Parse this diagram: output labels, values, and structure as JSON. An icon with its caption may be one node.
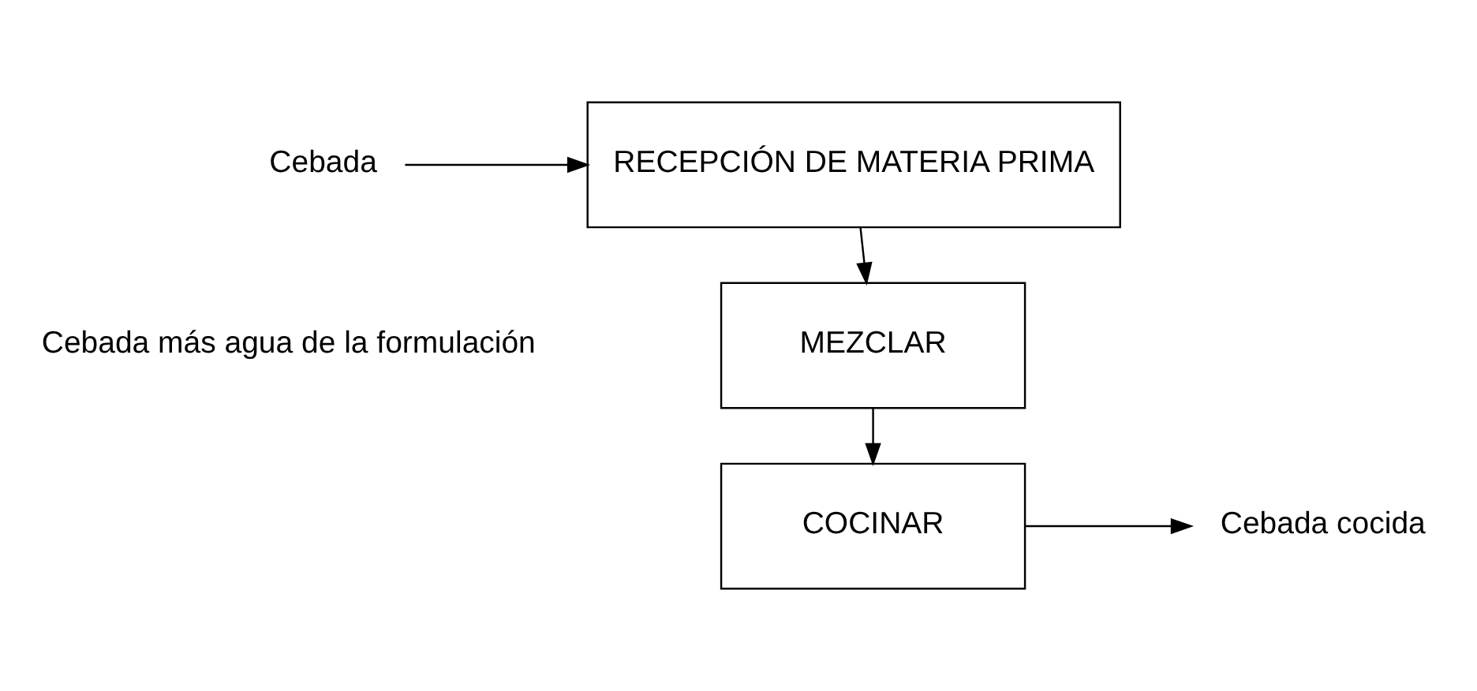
{
  "diagram": {
    "nodes": [
      {
        "text": [
          "Cebada"
        ]
      },
      {
        "text": [
          "RECEPCIÓN DE MATERIA PRIMA"
        ]
      },
      {
        "text": [
          "MEZCLAR"
        ]
      },
      {
        "text": [
          "COCINAR"
        ]
      },
      {
        "text": [
          "Cebada cocida"
        ]
      }
    ],
    "edges": [
      {
        "from": 0,
        "to": 1,
        "arrow": "to"
      },
      {
        "from": 1,
        "to": 2,
        "arrow": "to"
      },
      {
        "from": 2,
        "to": 3,
        "arrow": "to"
      },
      {
        "from": 3,
        "to": 4,
        "arrow": "to"
      }
    ],
    "labels": [
      "Cebada más agua de la formulación"
    ]
  }
}
